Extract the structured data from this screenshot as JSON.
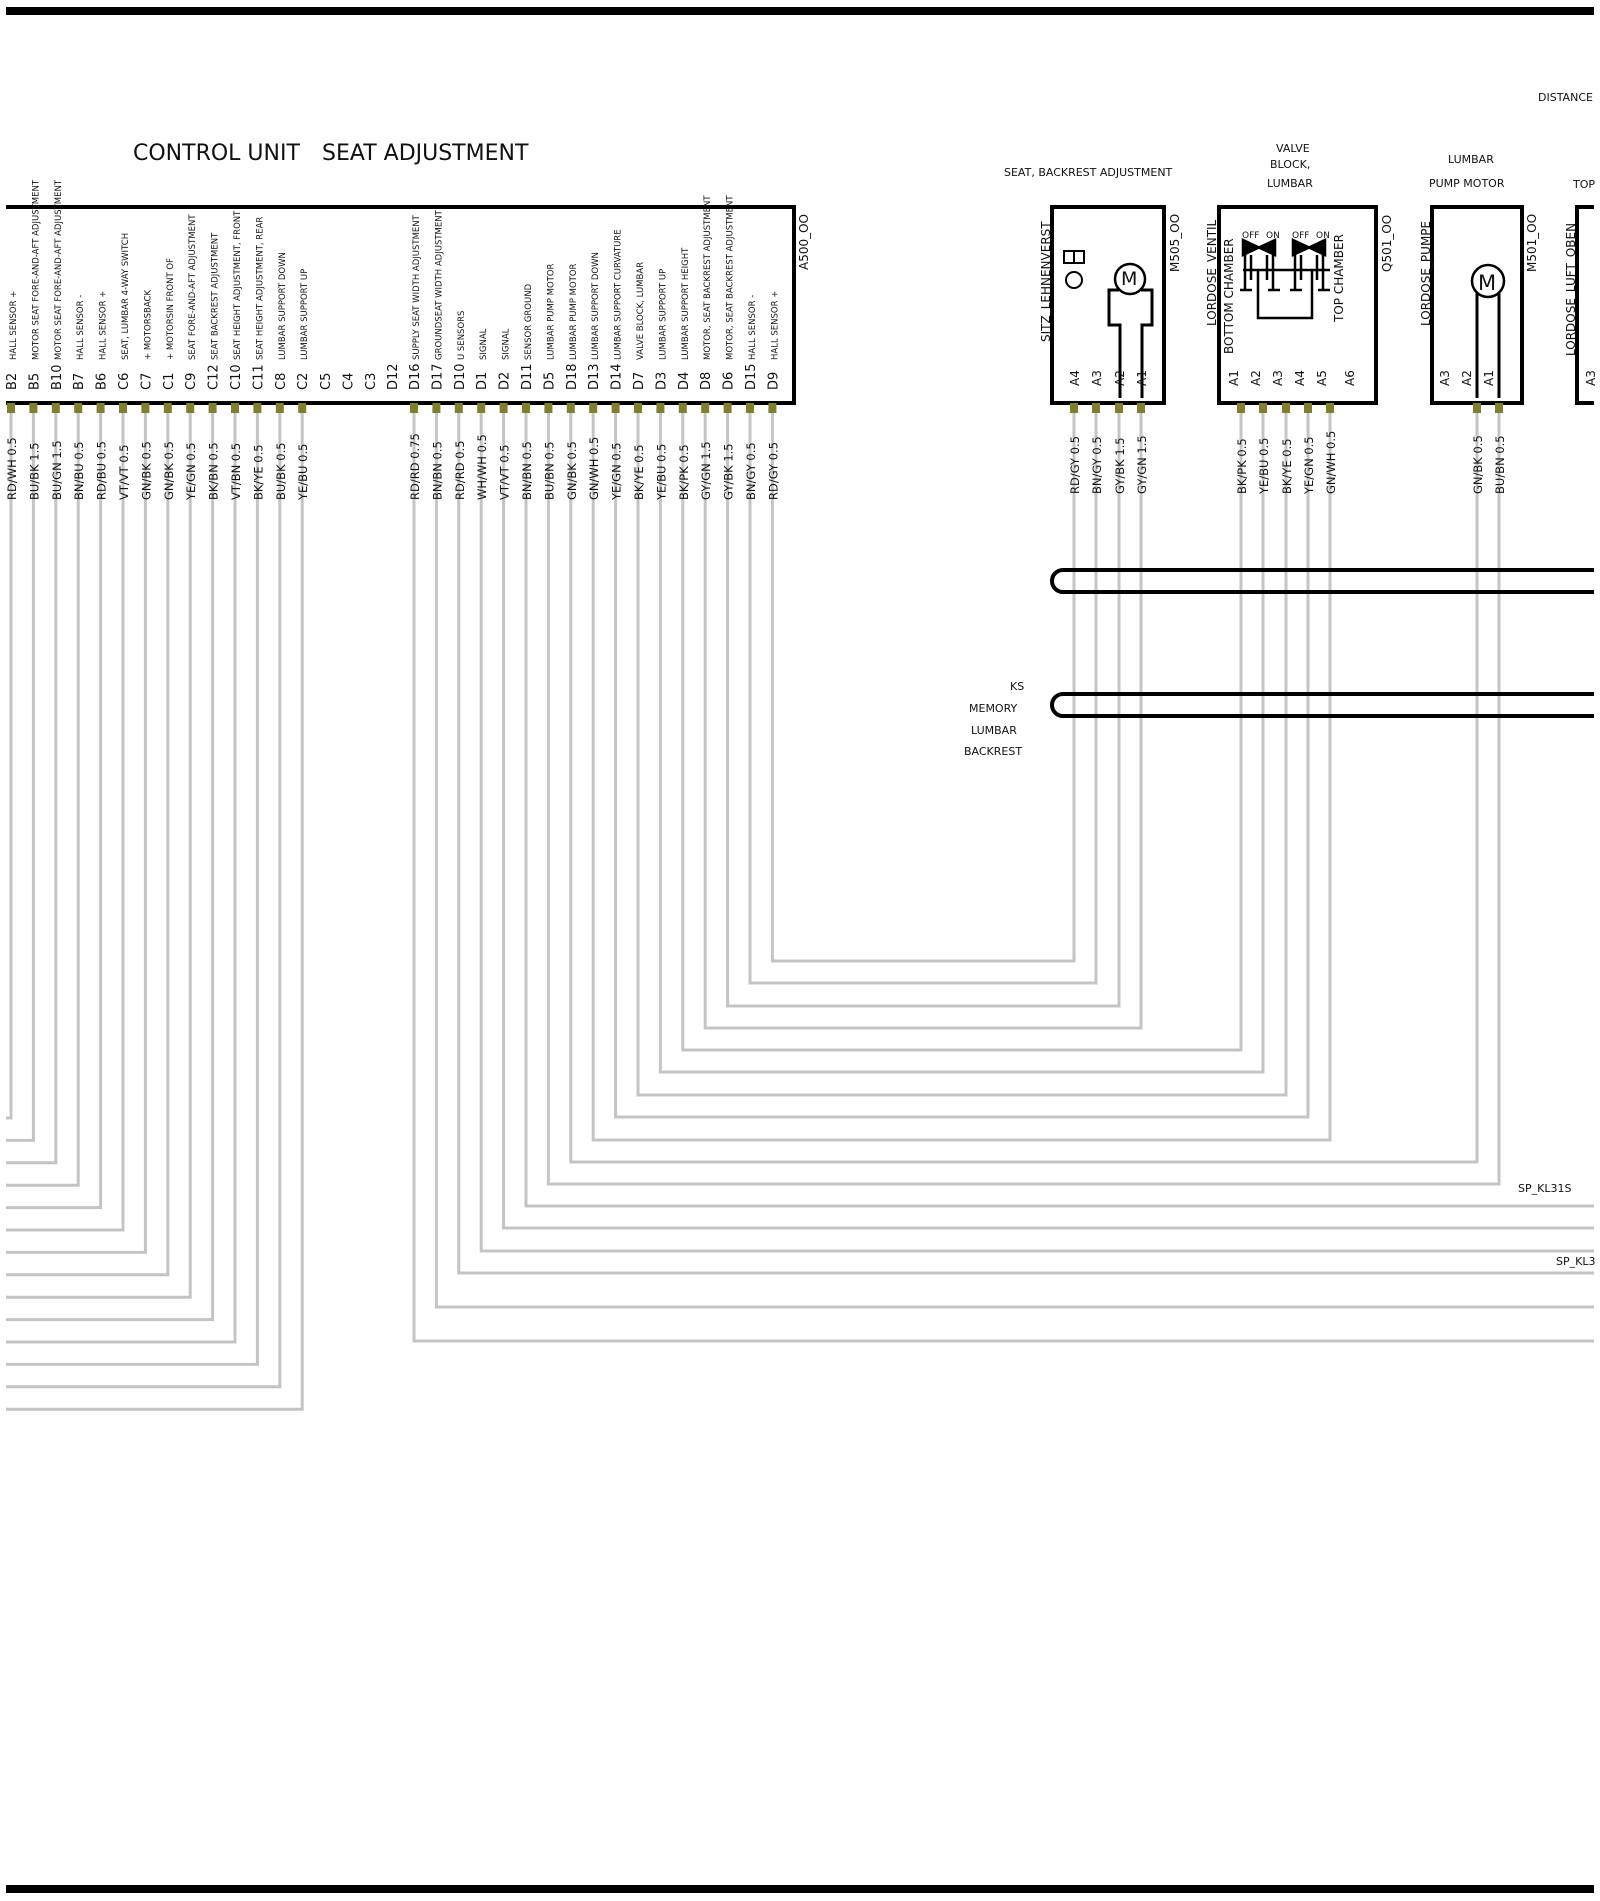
{
  "title": {
    "control_unit": "CONTROL UNIT",
    "seat_adjustment": "SEAT ADJUSTMENT",
    "distance": "DISTANCE",
    "partial_top": "TOP"
  },
  "control_unit": {
    "id": "A500_OO",
    "pins_left": [
      {
        "pin": "B2",
        "func": "HALL SENSOR +",
        "wire": "RD/WH 0.5"
      },
      {
        "pin": "B5",
        "func": "MOTOR SEAT FORE-AND-AFT ADJUSTMENT",
        "wire": "BU/BK 1.5"
      },
      {
        "pin": "B10",
        "func": "MOTOR SEAT FORE-AND-AFT ADJUSTMENT",
        "wire": "BU/GN 1.5"
      },
      {
        "pin": "B7",
        "func": "HALL SENSOR -",
        "wire": "BN/BU 0.5"
      },
      {
        "pin": "B6",
        "func": "HALL SENSOR +",
        "wire": "RD/BU 0.5"
      },
      {
        "pin": "C6",
        "func": "SEAT, LUMBAR 4-WAY SWITCH",
        "wire": "VT/VT 0.5"
      },
      {
        "pin": "C7",
        "func": "+ MOTORSBACK",
        "wire": "GN/BK 0.5"
      },
      {
        "pin": "C1",
        "func": "+ MOTORSIN FRONT OF",
        "wire": "GN/BK 0.5"
      },
      {
        "pin": "C9",
        "func": "SEAT FORE-AND-AFT ADJUSTMENT",
        "wire": "YE/GN 0.5"
      },
      {
        "pin": "C12",
        "func": "SEAT BACKREST ADJUSTMENT",
        "wire": "BK/BN 0.5"
      },
      {
        "pin": "C10",
        "func": "SEAT HEIGHT ADJUSTMENT, FRONT",
        "wire": "VT/BN 0.5"
      },
      {
        "pin": "C11",
        "func": "SEAT HEIGHT ADJUSTMENT, REAR",
        "wire": "BK/YE 0.5"
      },
      {
        "pin": "C8",
        "func": "LUMBAR SUPPORT DOWN",
        "wire": "BU/BK 0.5"
      },
      {
        "pin": "C2",
        "func": "LUMBAR SUPPORT UP",
        "wire": "YE/BU 0.5"
      }
    ],
    "pins_unused": [
      "C5",
      "C4",
      "C3",
      "D12"
    ],
    "pins_right": [
      {
        "pin": "D16",
        "func": "SUPPLY SEAT WIDTH ADJUSTMENT",
        "wire": "RD/RD 0.75"
      },
      {
        "pin": "D17",
        "func": "GROUNDSEAT WIDTH ADJUSTMENT",
        "wire": "BN/BN 0.5"
      },
      {
        "pin": "D10",
        "func": "U SENSORS",
        "wire": "RD/RD 0.5"
      },
      {
        "pin": "D1",
        "func": "SIGNAL",
        "wire": "WH/WH 0.5"
      },
      {
        "pin": "D2",
        "func": "SIGNAL",
        "wire": "VT/VT 0.5"
      },
      {
        "pin": "D11",
        "func": "SENSOR GROUND",
        "wire": "BN/BN 0.5"
      },
      {
        "pin": "D5",
        "func": "LUMBAR PUMP MOTOR",
        "wire": "BU/BN 0.5"
      },
      {
        "pin": "D18",
        "func": "LUMBAR PUMP MOTOR",
        "wire": "GN/BK 0.5"
      },
      {
        "pin": "D13",
        "func": "LUMBAR SUPPORT DOWN",
        "wire": "GN/WH 0.5"
      },
      {
        "pin": "D14",
        "func": "LUMBAR SUPPORT CURVATURE",
        "wire": "YE/GN 0.5"
      },
      {
        "pin": "D7",
        "func": "VALVE   BLOCK, LUMBAR",
        "wire": "BK/YE 0.5"
      },
      {
        "pin": "D3",
        "func": "LUMBAR SUPPORT UP",
        "wire": "YE/BU 0.5"
      },
      {
        "pin": "D4",
        "func": "LUMBAR SUPPORT HEIGHT",
        "wire": "BK/PK 0.5"
      },
      {
        "pin": "D8",
        "func": "MOTOR, SEAT BACKREST ADJUSTMENT",
        "wire": "GY/GN 1.5"
      },
      {
        "pin": "D6",
        "func": "MOTOR, SEAT BACKREST ADJUSTMENT",
        "wire": "GY/BK 1.5"
      },
      {
        "pin": "D15",
        "func": "HALL SENSOR -",
        "wire": "BN/GY 0.5"
      },
      {
        "pin": "D9",
        "func": "HALL SENSOR +",
        "wire": "RD/GY 0.5"
      }
    ]
  },
  "components": {
    "backrest": {
      "caption": "SEAT, BACKREST ADJUSTMENT",
      "inner": "SITZ_LEHNENVERST",
      "id": "M505_OO",
      "motor": "M",
      "pins": [
        "A4",
        "A3",
        "A2",
        "A1"
      ],
      "wires": [
        "RD/GY 0.5",
        "BN/GY 0.5",
        "GY/BK 1.5",
        "GY/GN 1.5"
      ]
    },
    "valve": {
      "caption": [
        "VALVE",
        "BLOCK,",
        "LUMBAR"
      ],
      "inner1": "LORDOSE_VENTIL",
      "inner2": "BOTTOM CHAMBER",
      "inner3": "TOP CHAMBER",
      "id": "Q501_OO",
      "states": [
        "OFF",
        "ON",
        "OFF",
        "ON"
      ],
      "pins": [
        "A1",
        "A2",
        "A3",
        "A4",
        "A5",
        "A6"
      ],
      "wires": [
        "BK/PK 0.5",
        "YE/BU 0.5",
        "BK/YE 0.5",
        "YE/GN 0.5",
        "GN/WH 0.5"
      ]
    },
    "pump": {
      "caption": [
        "LUMBAR",
        "PUMP MOTOR"
      ],
      "inner": "LORDOSE_PUMPE",
      "id": "M501_OO",
      "motor": "M",
      "pins": [
        "A3",
        "A2",
        "A1"
      ],
      "wires": [
        "GN/BK 0.5",
        "BU/BN 0.5"
      ]
    },
    "partial": {
      "inner": "LORDOSE_LUFT_OBEN",
      "pin": "A3"
    }
  },
  "notes": {
    "ks": "KS",
    "memory": "MEMORY",
    "lumbar": "LUMBAR",
    "backrest": "BACKREST",
    "sp1": "SP_KL31S",
    "sp2": "SP_KL3"
  }
}
